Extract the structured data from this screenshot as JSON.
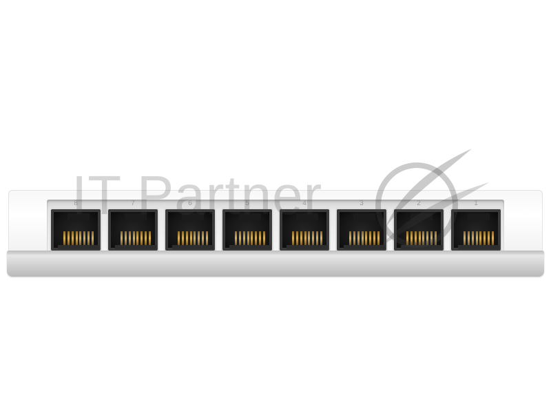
{
  "product": {
    "name": "8-port Ethernet switch, rear view"
  },
  "ports": [
    {
      "label": "8"
    },
    {
      "label": "7"
    },
    {
      "label": "6"
    },
    {
      "label": "5"
    },
    {
      "label": "4"
    },
    {
      "label": "3"
    },
    {
      "label": "2"
    },
    {
      "label": "1"
    }
  ],
  "watermark": {
    "text": "IT Partner",
    "logo": "swoosh-globe-logo"
  },
  "colors": {
    "housing": "#f5f5f5",
    "base": "#cfcfcf",
    "jack": "#141414",
    "pin": "#c9a24f",
    "watermark": "#464646"
  }
}
